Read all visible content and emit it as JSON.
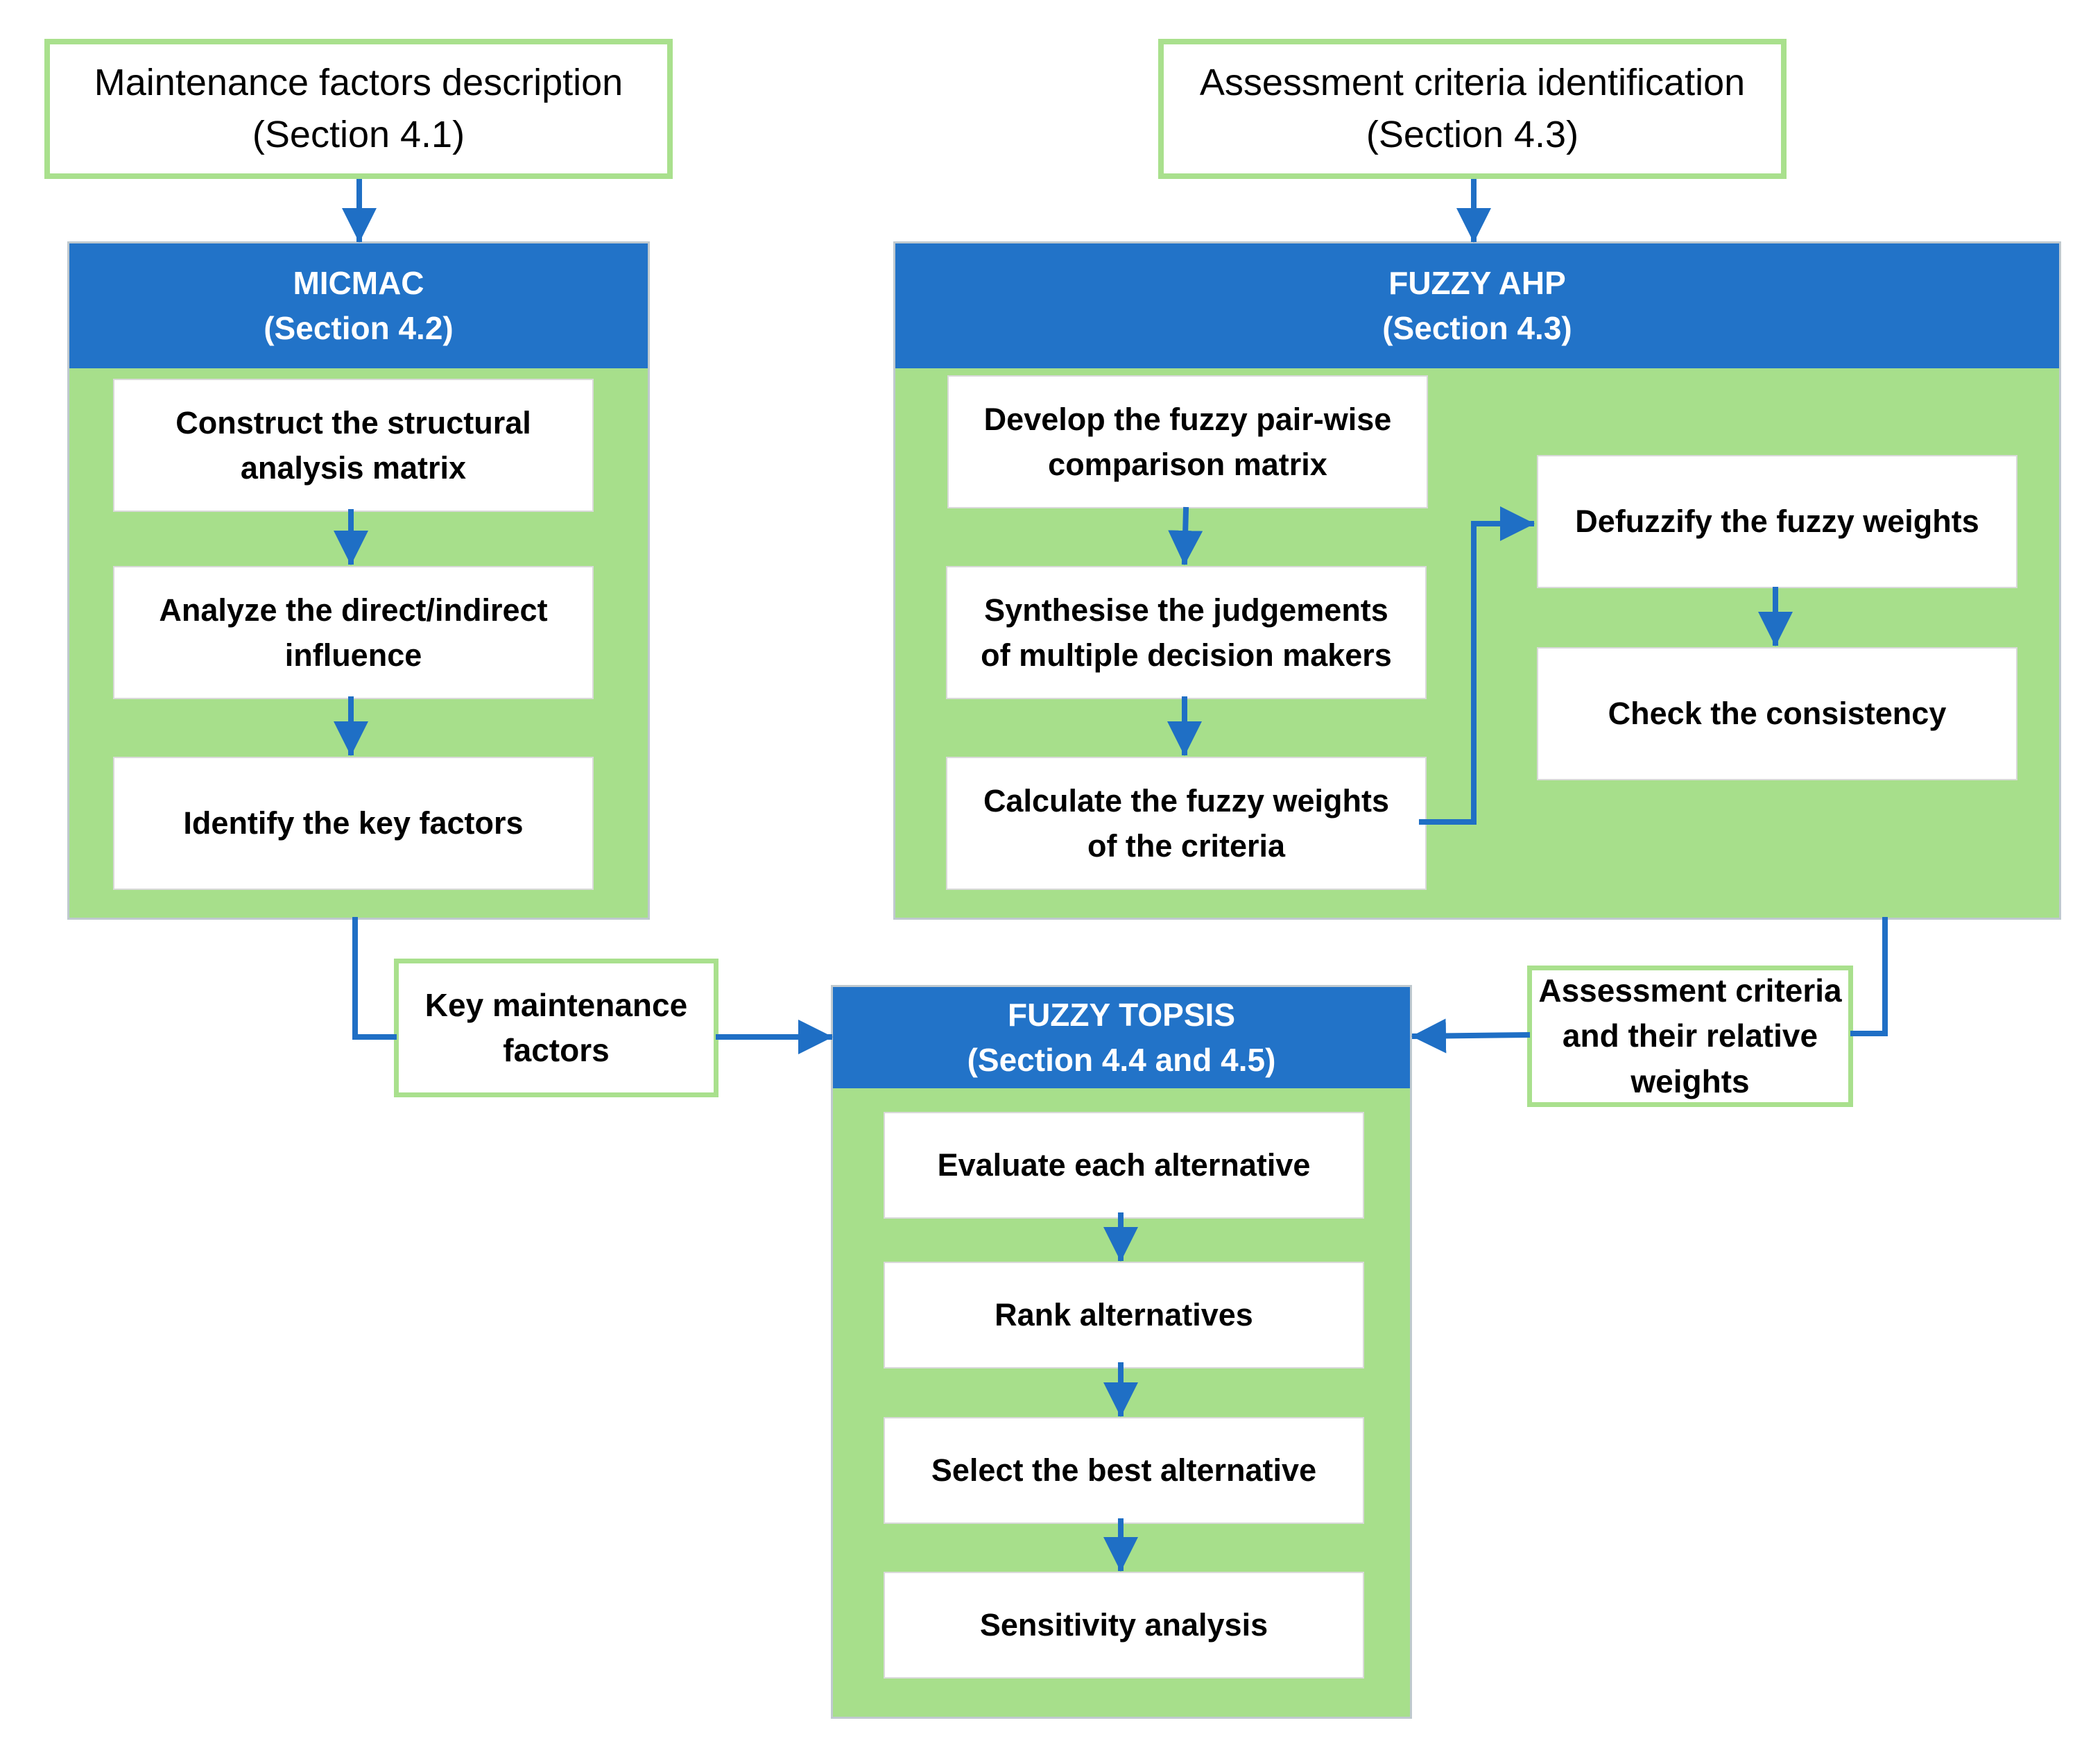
{
  "inputs": {
    "maintenance_factors": [
      "Maintenance factors description",
      "(Section 4.1)"
    ],
    "assessment_criteria": [
      "Assessment criteria identification",
      "(Section 4.3)"
    ]
  },
  "micmac": {
    "title": [
      "MICMAC",
      "(Section 4.2)"
    ],
    "steps": [
      [
        "Construct the structural",
        "analysis matrix"
      ],
      [
        "Analyze the direct/indirect",
        "influence"
      ],
      [
        "Identify the key factors"
      ]
    ]
  },
  "fuzzy_ahp": {
    "title": [
      "FUZZY AHP",
      "(Section 4.3)"
    ],
    "steps": [
      [
        "Develop the fuzzy pair-wise",
        "comparison matrix"
      ],
      [
        "Synthesise the judgements",
        "of multiple decision makers"
      ],
      [
        "Calculate the fuzzy weights",
        "of the criteria"
      ],
      [
        "Defuzzify the fuzzy weights"
      ],
      [
        "Check the consistency"
      ]
    ]
  },
  "connectors": {
    "key_factors": [
      "Key maintenance",
      "factors"
    ],
    "criteria_weights": [
      "Assessment criteria",
      "and their relative",
      "weights"
    ]
  },
  "fuzzy_topsis": {
    "title": [
      "FUZZY TOPSIS",
      "(Section 4.4 and 4.5)"
    ],
    "steps": [
      [
        "Evaluate each alternative"
      ],
      [
        "Rank alternatives"
      ],
      [
        "Select the best alternative"
      ],
      [
        "Sensitivity analysis"
      ]
    ]
  },
  "colors": {
    "green_fill": "#a7df8b",
    "green_border": "#a9e08d",
    "header_blue": "#2273c8",
    "arrow_blue": "#1f6fc5"
  }
}
